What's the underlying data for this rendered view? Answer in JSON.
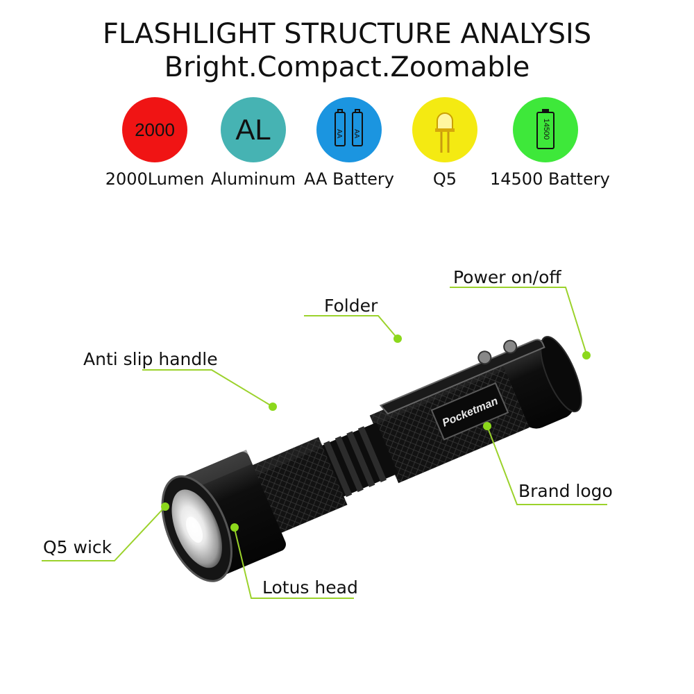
{
  "header": {
    "title": "FLASHLIGHT STRUCTURE ANALYSIS",
    "subtitle": "Bright.Compact.Zoomable"
  },
  "features": [
    {
      "icon": "lumen-badge",
      "badge_text": "2000",
      "label": "2000Lumen",
      "color": "#f01414"
    },
    {
      "icon": "aluminum-badge",
      "badge_text": "AL",
      "label": "Aluminum",
      "color": "#46b3b3"
    },
    {
      "icon": "aa-battery-icon",
      "badge_text": "AA",
      "label": "AA Battery",
      "color": "#1b95e0"
    },
    {
      "icon": "led-bulb-icon",
      "badge_text": "",
      "label": "Q5",
      "color": "#f4ea12"
    },
    {
      "icon": "battery-14500-icon",
      "badge_text": "14500",
      "label": "14500 Battery",
      "color": "#3ee83a"
    }
  ],
  "product": {
    "brand_logo_text": "Pocketman"
  },
  "callouts": {
    "power": "Power on/off",
    "folder": "Folder",
    "handle": "Anti slip handle",
    "brand": "Brand logo",
    "wick": "Q5 wick",
    "lotus": "Lotus head"
  },
  "colors": {
    "callout_line": "#9bd22b",
    "callout_dot": "#8cd81c",
    "body": "#111111"
  }
}
